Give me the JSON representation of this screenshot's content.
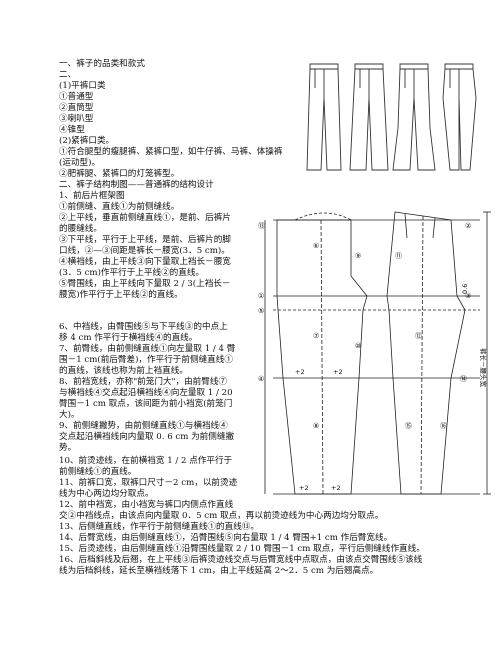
{
  "text_lines": [
    "一、裤子的品类和款式",
    "二、",
    "(1)平裤口类",
    "①普通型",
    "②直筒型",
    "③喇叭型",
    "④锥型",
    "(2)紧裤口类。",
    "①符合腿型的瘦腿裤、紧裤口型，如牛仔裤、马裤、体操裤",
    "(运动型)。",
    "②肥裤腿、紧裤口的灯笼裤型。",
    "二、裤子结构制图——普通裤的结构设计",
    "1、前后片框架图",
    "①前侧缝、直线①为前侧缝线。",
    "②上平线，垂直前侧缝直线①，是前、后裤片",
    "的腰缝线。",
    "③下平线，平行于上平线，是前、后裤片的脚",
    "口线，②—③间距是裤长－腰宽(3．5 cm)。",
    "④横裆线，由上平线③向下量取上裆长－腰宽",
    "(3．5 cm)作平行于上平线②的直线。",
    "⑤臀围线，由上平线向下量取 2 / 3(上裆长－",
    "腰宽)作平行于上平线②的直线。"
  ],
  "text_lines_2": [
    "6、中裆线，由臀围线⑤与下平线③的中点上",
    "移 4 cm 作平行于横裆线④的直线。",
    "7、前臀线，由前侧缝直线①向左量取 1 / 4 臀",
    "围－1 cm(前后臀差)，作平行于前侧缝直线①",
    "的直线，该线也称为前上裆直线。",
    "8、前裆宽线，亦称\"前笼门大\"，由前臀线⑦",
    "与横裆线④交点起沿横裆线④向左量取 1 / 20",
    "臀围－1 cm 取点，该间距为前小裆宽(前笼门",
    "大)。",
    "9、前侧缝撇势，由前侧缝直线①与横裆线④",
    "交点起沿横裆线向内量取 0. 6 cm 为前侧缝撇",
    "势。",
    "10、前烫迹线，在前横裆宽 1 / 2 点作平行于",
    "前侧缝线①的直线。",
    "11、前裤口宽，取裤口尺寸－2 cm，以前烫迹",
    "线为中心两边均分取点。",
    "12、前中裆宽，由小裆宽与裤口内侧点作直线",
    "交②中裆线点，由该点向内量取 0．5 cm 取点，再以前烫迹线为中心两边均分取点。",
    "13、后侧缝直线，作平行于前侧缝直线①的直线⑬。",
    "14、后臀宽线，由后侧缝直线①，沿臀围线⑤向右量取 1 / 4 臀围+1 cm 作后臀宽线。",
    "15、后烫迹线，由后侧缝直线①沿臀围线量取 2 / 10 臀围－1 cm 取点，平行后侧缝线作直线。",
    "16、后档斜线及后翘，在上平线③后裤烫迹线交点与后臀宽线中点取点，由该点交臀围线⑤该线",
    "线为后档斜线，延长至横裆线落下 1 cm，由上平线延高 2～2．5 cm 为后翘高点。"
  ],
  "figure": {
    "ease_label_left": "+2",
    "ease_label_right": "+2",
    "hem_label_left": "+2",
    "hem_label_right": "+2",
    "vertical_label": "裤长－腰头宽",
    "dim_small": "0.6",
    "numbers": [
      "⑬",
      "①",
      "⑤",
      "④",
      "⑥",
      "⑦",
      "⑧",
      "⑨",
      "⑩",
      "⑪",
      "⑫",
      "②",
      "③",
      "⑭",
      "⑮",
      "⑯"
    ]
  }
}
